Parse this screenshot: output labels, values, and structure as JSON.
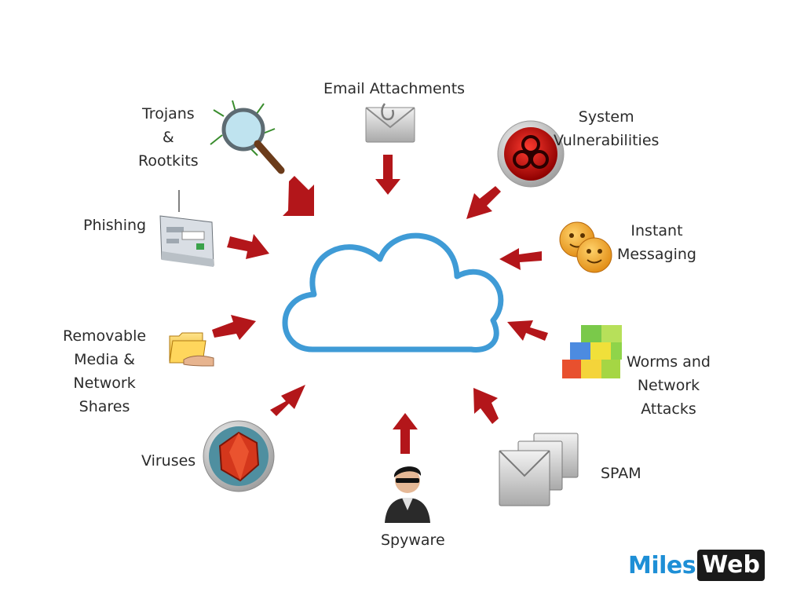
{
  "sources": {
    "email": "Email Attachments",
    "trojans": [
      "Trojans",
      "&",
      "Rootkits"
    ],
    "system": [
      "System",
      "Vulnerabilities"
    ],
    "phishing": "Phishing",
    "instant": [
      "Instant",
      "Messaging"
    ],
    "removable": [
      "Removable",
      "Media &",
      "Network",
      "Shares"
    ],
    "worms": [
      "Worms and",
      "Network",
      "Attacks"
    ],
    "viruses": "Viruses",
    "spam": "SPAM",
    "spyware": "Spyware"
  },
  "logo": {
    "part1": "Miles",
    "part2": "Web"
  },
  "colors": {
    "cloud": "#3f9bd6",
    "arrow": "#b3161a",
    "logo_blue": "#1e8fd6",
    "logo_dark": "#1a1a1a"
  },
  "icons": {
    "email": "envelope-icon",
    "trojans": "magnifier-bug-icon",
    "system": "biohazard-icon",
    "phishing": "browser-window-icon",
    "instant": "smiley-icon",
    "removable": "folder-hand-icon",
    "worms": "blocks-icon",
    "viruses": "virus-icon",
    "spam": "envelope-stack-icon",
    "spyware": "spy-icon"
  }
}
